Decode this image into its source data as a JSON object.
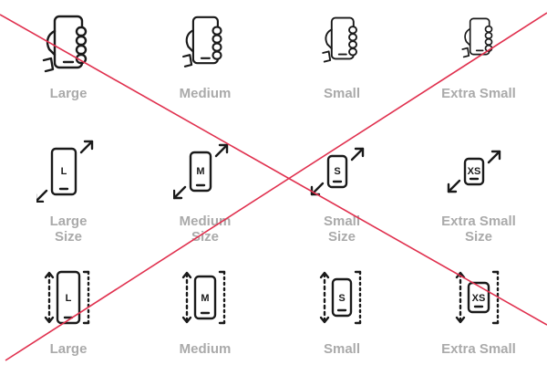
{
  "colors": {
    "icon_stroke": "#1a1a1a",
    "label_text": "#aaaaaa",
    "cross_line": "#e0304e",
    "background": "#ffffff"
  },
  "rows": [
    {
      "kind": "hand-holding-phone",
      "items": [
        {
          "label": "Large",
          "icon": "hand-holding-phone-icon"
        },
        {
          "label": "Medium",
          "icon": "hand-holding-phone-icon"
        },
        {
          "label": "Small",
          "icon": "hand-holding-phone-icon"
        },
        {
          "label": "Extra Small",
          "icon": "hand-holding-phone-icon"
        }
      ]
    },
    {
      "kind": "phone-size-arrows",
      "items": [
        {
          "label_line1": "Large",
          "label_line2": "Size",
          "badge": "L",
          "icon": "phone-resize-icon"
        },
        {
          "label_line1": "Medium",
          "label_line2": "Size",
          "badge": "M",
          "icon": "phone-resize-icon"
        },
        {
          "label_line1": "Small",
          "label_line2": "Size",
          "badge": "S",
          "icon": "phone-resize-icon"
        },
        {
          "label_line1": "Extra Small",
          "label_line2": "Size",
          "badge": "XS",
          "icon": "phone-resize-icon"
        }
      ]
    },
    {
      "kind": "phone-height-measure",
      "items": [
        {
          "label": "Large",
          "badge": "L",
          "icon": "phone-height-icon"
        },
        {
          "label": "Medium",
          "badge": "M",
          "icon": "phone-height-icon"
        },
        {
          "label": "Small",
          "badge": "S",
          "icon": "phone-height-icon"
        },
        {
          "label": "Extra Small",
          "badge": "XS",
          "icon": "phone-height-icon"
        }
      ]
    }
  ]
}
